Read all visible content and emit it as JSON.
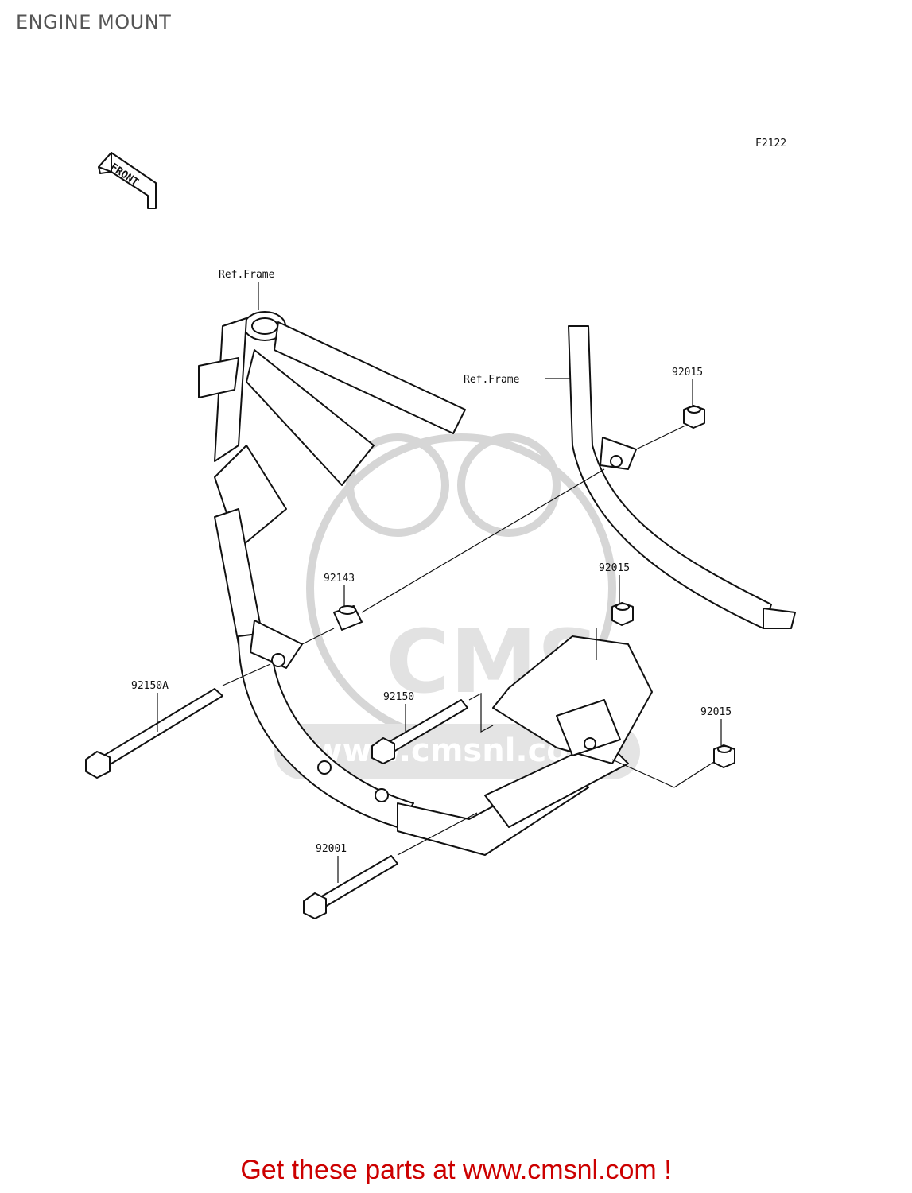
{
  "page": {
    "title": "ENGINE MOUNT"
  },
  "diagram": {
    "figure_code": "F2122",
    "front_label": "FRONT",
    "ref_labels": [
      "Ref.Frame",
      "Ref.Frame"
    ],
    "callouts": [
      "92015",
      "92015",
      "92015",
      "92143",
      "92150A",
      "92150",
      "92001"
    ]
  },
  "watermark": {
    "text": "www.cmsnl.com",
    "logo_text": "CMS"
  },
  "footer": {
    "cta": "Get these parts at www.cmsnl.com !",
    "color": "#cc0000"
  }
}
